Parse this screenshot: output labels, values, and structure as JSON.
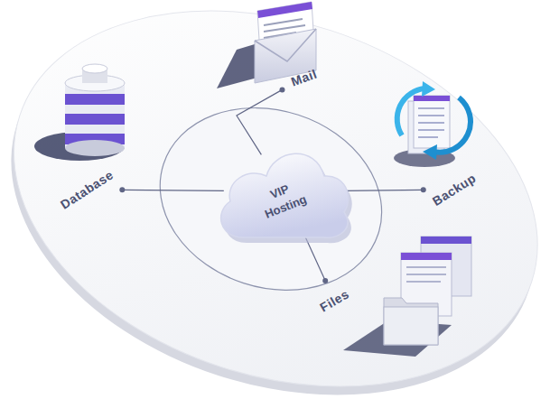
{
  "diagram": {
    "nodes": [
      {
        "text": [
          "Mail"
        ]
      },
      {
        "text": [
          "Database"
        ]
      },
      {
        "text": [
          "VIP Hosting"
        ]
      },
      {
        "text": [
          "Backup"
        ]
      },
      {
        "text": [
          "Files"
        ]
      }
    ],
    "edges": [
      {
        "from": 2,
        "to": 0,
        "arrow": "none"
      },
      {
        "from": 2,
        "to": 1,
        "arrow": "none"
      },
      {
        "from": 2,
        "to": 3,
        "arrow": "none"
      },
      {
        "from": 2,
        "to": 4,
        "arrow": "none"
      }
    ]
  }
}
